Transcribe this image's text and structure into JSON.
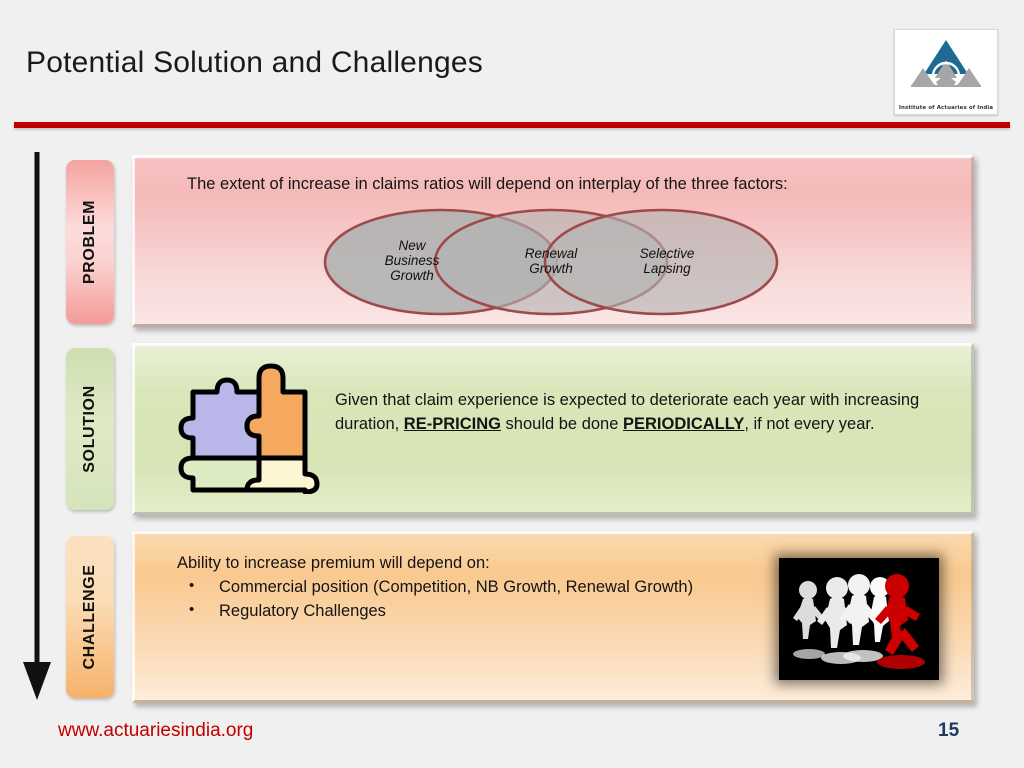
{
  "slide": {
    "title": "Potential Solution and Challenges",
    "accent_color": "#c00000",
    "background_color": "#f0f0f0"
  },
  "logo": {
    "name": "institute-of-actuaries-of-india-logo",
    "caption": "Institute of Actuaries of India",
    "triangle_color": "#1f6a94",
    "base_color": "#a6a6a6"
  },
  "flow": {
    "arrow": "downward-progression-arrow",
    "stages": [
      {
        "label": "PROBLEM",
        "color": "#f5a3a0"
      },
      {
        "label": "SOLUTION",
        "color": "#cfdfb0"
      },
      {
        "label": "CHALLENGE",
        "color": "#f7b26a"
      }
    ]
  },
  "problem": {
    "heading": "The extent of increase in claims ratios will depend on interplay of the three factors:",
    "factors": [
      {
        "label": "New\nBusiness\nGrowth"
      },
      {
        "label": "Renewal\nGrowth"
      },
      {
        "label": "Selective\nLapsing"
      }
    ],
    "ellipse_fill": "#b3b3b3",
    "ellipse_stroke": "#9e4a4a"
  },
  "solution": {
    "text_part1": "Given that claim experience is expected to deteriorate each year with increasing duration, ",
    "emphasis1": "RE-PRICING",
    "text_part2": " should be done ",
    "emphasis2": "PERIODICALLY",
    "text_part3": ", if not every year.",
    "puzzle": {
      "name": "jigsaw-puzzle-graphic",
      "pieces": [
        {
          "position": "top-left",
          "color": "#b9b6ea"
        },
        {
          "position": "top-right",
          "color": "#f5a95e"
        },
        {
          "position": "bottom-left",
          "color": "#dcecc2"
        },
        {
          "position": "bottom-right",
          "color": "#fcf6d2"
        }
      ]
    }
  },
  "challenge": {
    "intro": "Ability to increase premium will depend on:",
    "bullets": [
      "Commercial position (Competition, NB Growth, Renewal Growth)",
      "Regulatory Challenges"
    ],
    "image": {
      "name": "leader-running-ahead-of-crowd-photo",
      "background": "#000000",
      "leader_color": "#cc0000",
      "crowd_color": "#e8e8e8"
    }
  },
  "footer": {
    "url": "www.actuariesindia.org",
    "page_number": "15"
  }
}
